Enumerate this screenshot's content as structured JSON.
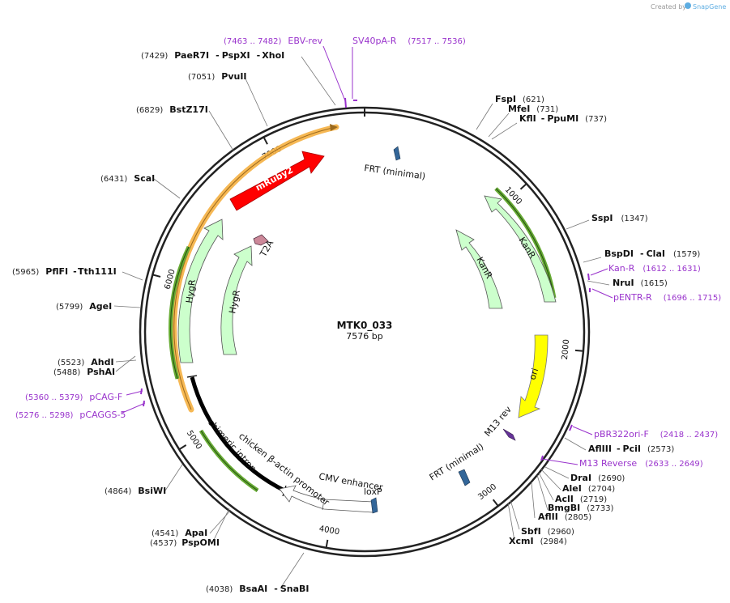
{
  "credit": {
    "text": "Created by",
    "brand": "SnapGene"
  },
  "map": {
    "name": "MTK0_033",
    "length_label": "7576 bp",
    "total_bp": 7576,
    "ticks": [
      "1000",
      "2000",
      "3000",
      "4000",
      "5000",
      "6000",
      "7000"
    ]
  },
  "sites": [
    {
      "num": "(621)",
      "name": "FspI"
    },
    {
      "num": "(731)",
      "name": "MfeI"
    },
    {
      "num": "(737)",
      "name": "KflI",
      "extra": "PpuMI"
    },
    {
      "num": "(1347)",
      "name": "SspI"
    },
    {
      "num": "(1579)",
      "name": "BspDI",
      "extra": "ClaI"
    },
    {
      "num": "(1615)",
      "name": "NruI"
    },
    {
      "num": "(2573)",
      "name": "AflIII",
      "extra": "PciI"
    },
    {
      "num": "(2690)",
      "name": "DraI"
    },
    {
      "num": "(2704)",
      "name": "AleI"
    },
    {
      "num": "(2719)",
      "name": "AclI"
    },
    {
      "num": "(2733)",
      "name": "BmgBI"
    },
    {
      "num": "(2805)",
      "name": "AflII"
    },
    {
      "num": "(2960)",
      "name": "SbfI"
    },
    {
      "num": "(2984)",
      "name": "XcmI"
    },
    {
      "num": "(4038)",
      "name": "BsaAI",
      "extra": "SnaBI"
    },
    {
      "num": "(4541)",
      "name": "ApaI"
    },
    {
      "num": "(4537)",
      "name": "PspOMI"
    },
    {
      "num": "(4864)",
      "name": "BsiWI"
    },
    {
      "num": "(5523)",
      "name": "AhdI"
    },
    {
      "num": "(5488)",
      "name": "PshAI"
    },
    {
      "num": "(5799)",
      "name": "AgeI"
    },
    {
      "num": "(5965)",
      "name": "PflFI",
      "extra": "Tth111I"
    },
    {
      "num": "(6431)",
      "name": "ScaI"
    },
    {
      "num": "(6829)",
      "name": "BstZ17I"
    },
    {
      "num": "(7051)",
      "name": "PvuII"
    },
    {
      "num": "(7429)",
      "name": "PaeR7I",
      "extra": "PspXI",
      "extra2": "XhoI"
    }
  ],
  "primers": [
    {
      "name": "EBV-rev",
      "range": "(7463 .. 7482)"
    },
    {
      "name": "SV40pA-R",
      "range": "(7517 .. 7536)"
    },
    {
      "name": "Kan-R",
      "range": "(1612 .. 1631)"
    },
    {
      "name": "pENTR-R",
      "range": "(1696 .. 1715)"
    },
    {
      "name": "pBR322ori-F",
      "range": "(2418 .. 2437)"
    },
    {
      "name": "M13 Reverse",
      "range": "(2633 .. 2649)"
    },
    {
      "name": "pCAG-F",
      "range": "(5360 .. 5379)"
    },
    {
      "name": "pCAGGS-5",
      "range": "(5276 .. 5298)"
    }
  ],
  "features": {
    "frt_top": "FRT (minimal)",
    "frt_bottom": "FRT (minimal)",
    "mruby2": "mRuby2",
    "t2a": "T2A",
    "hygr_outer": "HygR",
    "hygr_inner": "HygR",
    "kanr_outer": "KanR",
    "kanr_inner": "KanR",
    "ori": "ori",
    "m13rev": "M13 rev",
    "chimeric_intron": "chimeric intron",
    "chicken_promoter": "chicken β-actin promoter",
    "cmv_enhancer": "CMV enhancer",
    "loxp": "loxP"
  },
  "colors": {
    "backbone": "#222222",
    "primer": "#9933cc",
    "mruby2": "#ff0000",
    "hygr": "#ccffcc",
    "kanr": "#ccffcc",
    "ori": "#ffff00",
    "frt": "#336699",
    "t2a": "#cc8899",
    "orange_track": "#f5b041",
    "green_track": "#66aa33"
  }
}
